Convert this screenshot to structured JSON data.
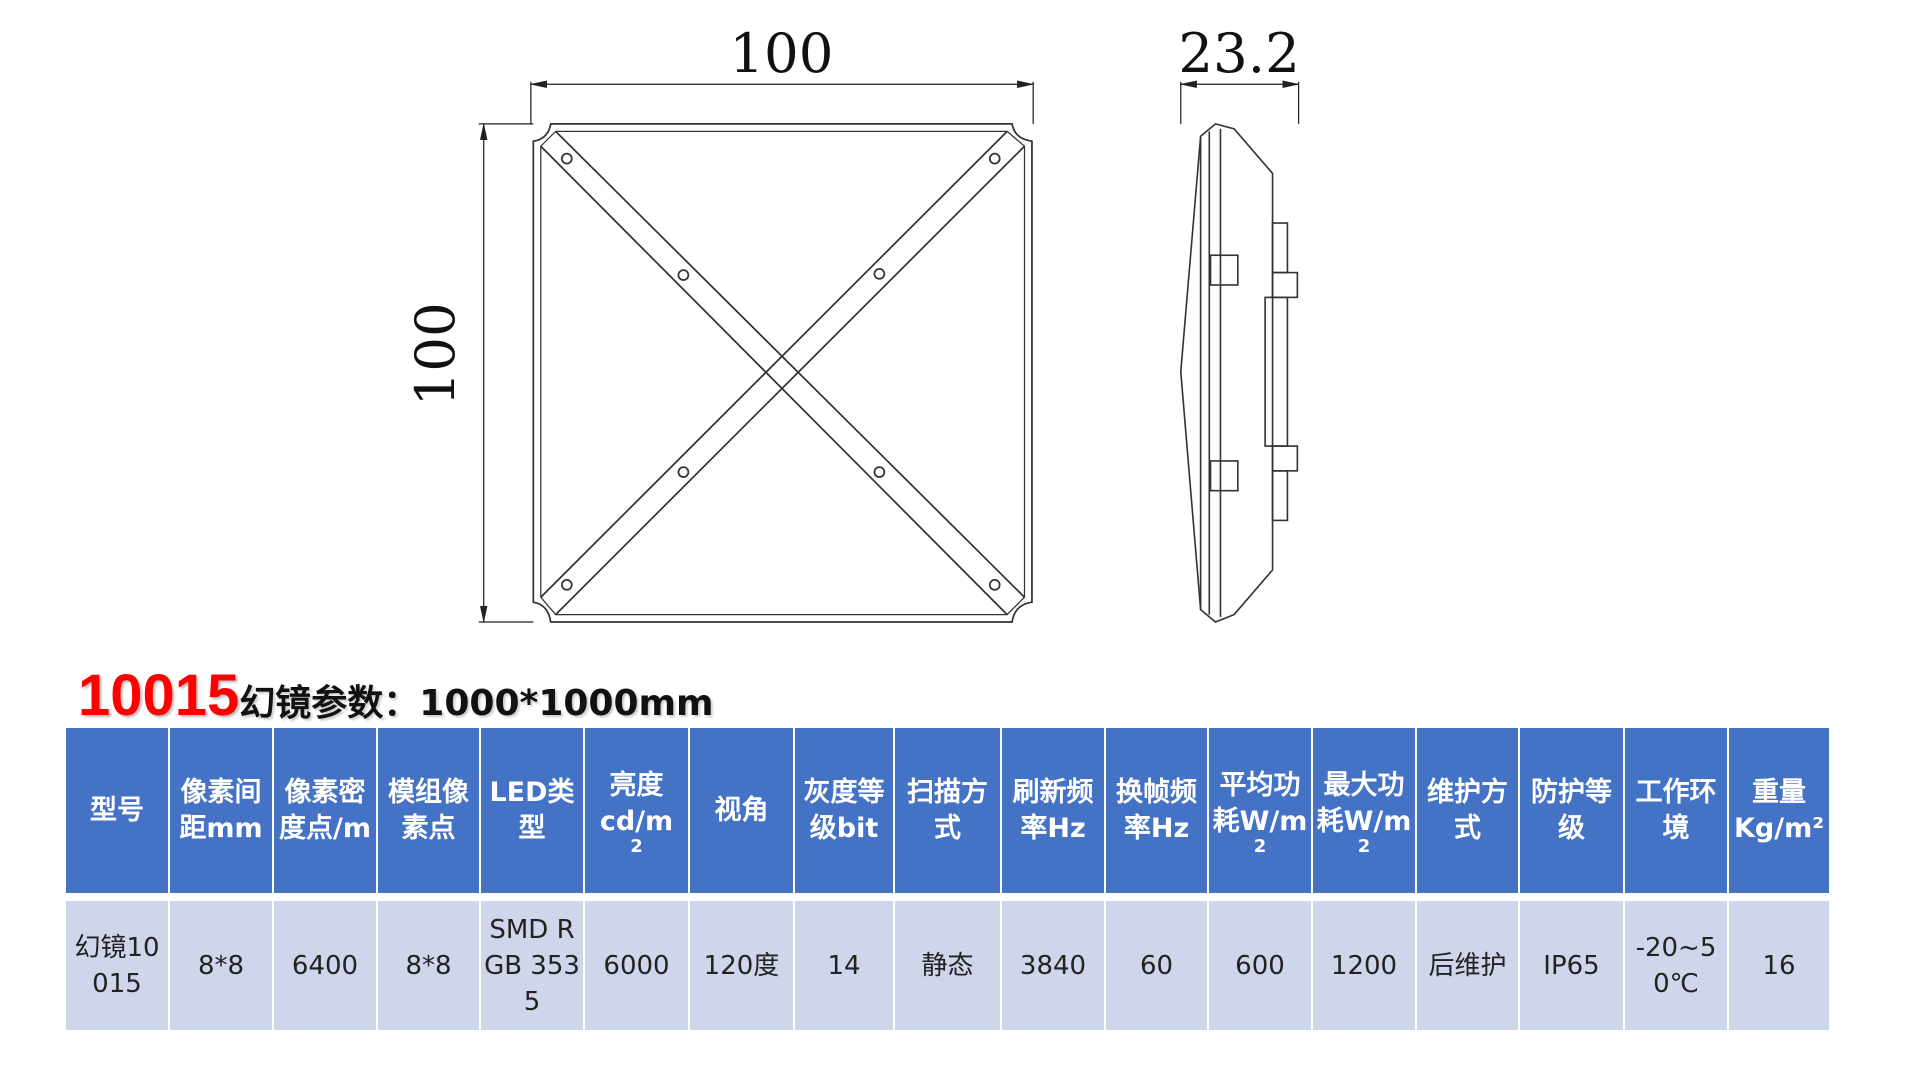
{
  "drawing": {
    "front_width_label": "100",
    "front_height_label": "100",
    "side_depth_label": "23.2"
  },
  "title": {
    "model": "10015",
    "text": "幻镜参数：1000*1000mm"
  },
  "table": {
    "headers": [
      {
        "label": "型号",
        "sub": ""
      },
      {
        "label": "像素间距mm",
        "sub": ""
      },
      {
        "label": "像素密度点/m",
        "sub": ""
      },
      {
        "label": "模组像素点",
        "sub": ""
      },
      {
        "label": "LED类型",
        "sub": ""
      },
      {
        "label": "亮度cd/m",
        "sub": "2"
      },
      {
        "label": "视角",
        "sub": ""
      },
      {
        "label": "灰度等级bit",
        "sub": ""
      },
      {
        "label": "扫描方式",
        "sub": ""
      },
      {
        "label": "刷新频率Hz",
        "sub": ""
      },
      {
        "label": "换帧频率Hz",
        "sub": ""
      },
      {
        "label": "平均功耗W/m",
        "sub": "2"
      },
      {
        "label": "最大功耗W/m",
        "sub": "2"
      },
      {
        "label": "维护方式",
        "sub": ""
      },
      {
        "label": "防护等级",
        "sub": ""
      },
      {
        "label": "工作环境",
        "sub": ""
      },
      {
        "label": "重量Kg/m²",
        "sub": ""
      }
    ],
    "row": [
      "幻镜10015",
      "8*8",
      "6400",
      "8*8",
      "SMD RGB 3535",
      "6000",
      "120度",
      "14",
      "静态",
      "3840",
      "60",
      "600",
      "1200",
      "后维护",
      "IP65",
      "-20~50℃",
      "16"
    ]
  }
}
